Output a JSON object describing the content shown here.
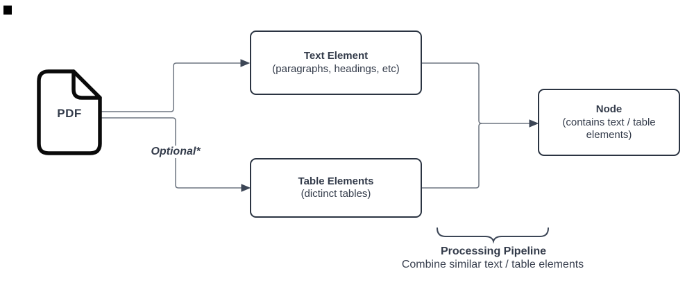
{
  "diagram": {
    "pdf": {
      "label": "PDF"
    },
    "boxes": {
      "text_element": {
        "title": "Text Element",
        "subtitle": "(paragraphs, headings, etc)"
      },
      "table_elements": {
        "title": "Table Elements",
        "subtitle": "(dictinct tables)"
      },
      "node": {
        "title": "Node",
        "subtitle": "(contains text / table elements)"
      }
    },
    "labels": {
      "optional": "Optional*",
      "pipeline_title": "Processing Pipeline",
      "pipeline_subtitle": "Combine similar text / table elements"
    },
    "colors": {
      "box_border": "#2b3442",
      "text": "#333b4a",
      "connector_line": "#6d7580",
      "arrowhead": "#3c4656",
      "pdf_icon_stroke": "#0a0a0a",
      "background": "#ffffff"
    }
  }
}
